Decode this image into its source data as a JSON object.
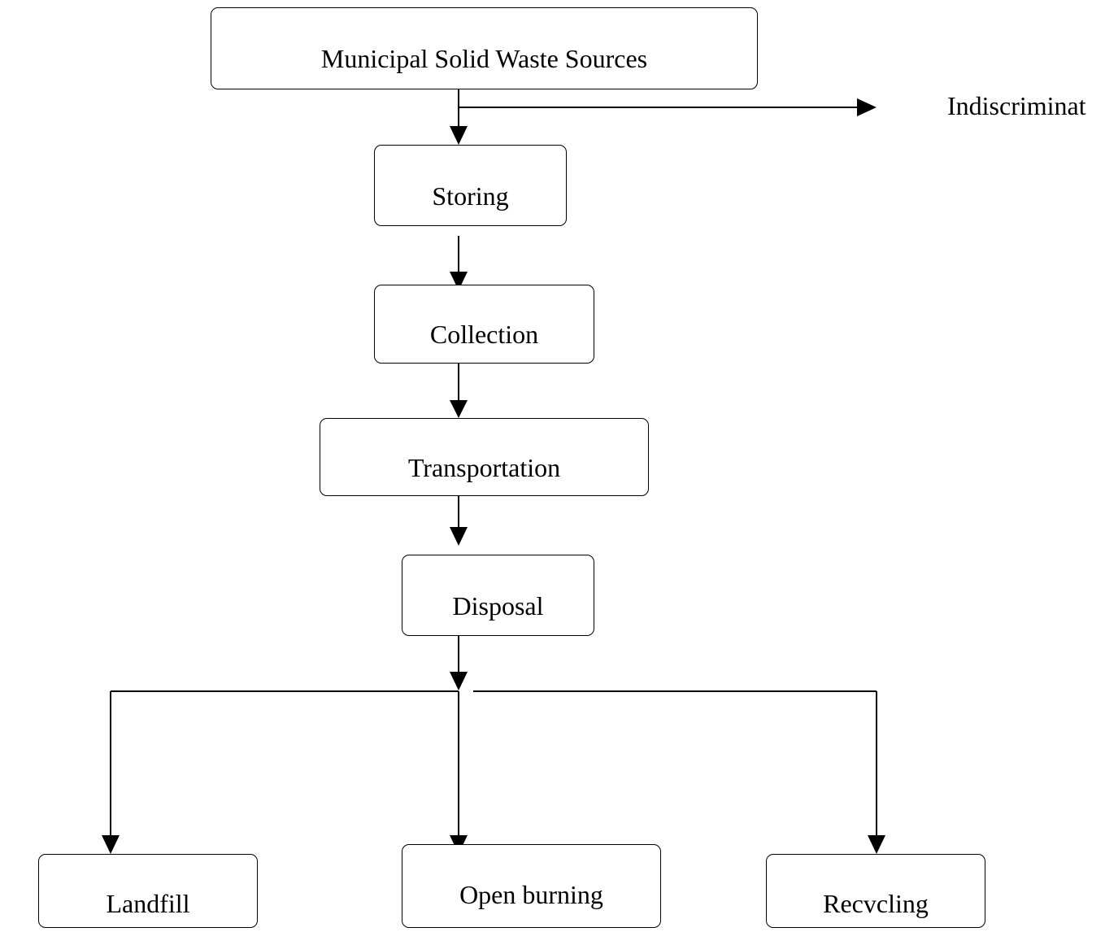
{
  "diagram": {
    "nodes": {
      "sources": "Municipal Solid Waste Sources",
      "storing": "Storing",
      "collection": "Collection",
      "transportation": "Transportation",
      "disposal": "Disposal",
      "landfill": "Landfill",
      "open_burning": "Open burning",
      "recycling": "Recvcling"
    },
    "side_label": "Indiscriminat"
  },
  "colors": {
    "stroke": "#000000",
    "background": "#ffffff"
  }
}
